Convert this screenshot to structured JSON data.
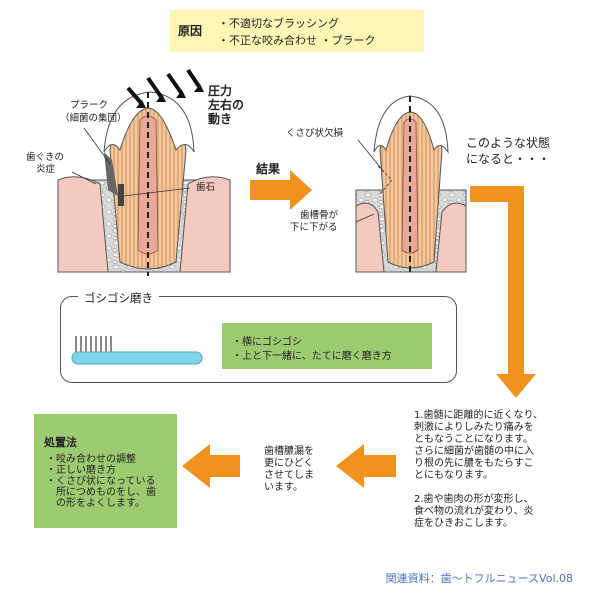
{
  "cause": {
    "title": "原因",
    "line1": "・不適切なブラッシング",
    "line2": "・不正な咬み合わせ ・プラーク"
  },
  "left_tooth": {
    "plaque_label": "プラーク",
    "plaque_sub": "（細菌の集団）",
    "gum_label_1": "歯ぐきの",
    "gum_label_2": "炎症",
    "calculus_label": "歯石",
    "pressure_1": "圧力",
    "pressure_2": "左右の",
    "pressure_3": "動き"
  },
  "result_label": "結果",
  "right_tooth": {
    "wedge_label": "くさび状欠損",
    "bone_label_1": "歯槽骨が",
    "bone_label_2": "下に下がる"
  },
  "state": {
    "line1": "このような状態",
    "line2": "になると・・・"
  },
  "brushing": {
    "title": "ゴシゴシ磨き",
    "item1": "・横にゴシゴシ",
    "item2": "・上と下一緒に、たてに磨く磨き方"
  },
  "consequence": [
    "1.歯髄に距離的に近くなり、",
    "刺激によりしみたり痛みを",
    "ともなうことになります。",
    "さらに細菌が歯髄の中に入",
    "り根の先に膿をもたらすこ",
    "とにもなります。",
    "",
    "2.歯や歯肉の形が変形し、",
    "食べ物の流れが変わり、炎",
    "症をひきおこします。"
  ],
  "pyorrhea": [
    "歯槽膿漏を",
    "更にひどく",
    "させてしま",
    "います。"
  ],
  "treatment": {
    "title": "処置法",
    "items": [
      "・咬み合わせの調整",
      "・正しい磨き方",
      "・くさび状になっている",
      "　所につめものをし、歯",
      "　の形をよくします。"
    ]
  },
  "footer": "関連資料：歯～トフルニュースVol.08",
  "colors": {
    "arrow": "#f0921e",
    "green_box": "#9dcb72",
    "yellow_box": "#fdf6b5",
    "pulp": "#e8a89a",
    "enamel": "#ffffff",
    "gum": "#f3c9c0",
    "brush_handle": "#7fd4e6"
  }
}
